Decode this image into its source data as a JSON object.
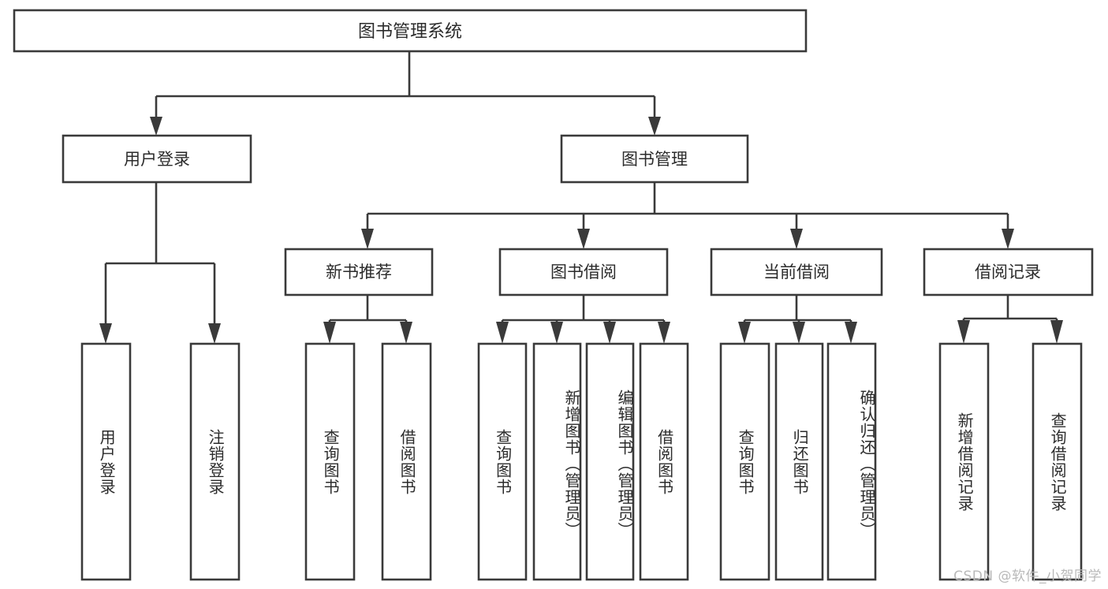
{
  "diagram": {
    "title": "图书管理系统",
    "type": "tree-hierarchy",
    "watermark": "CSDN @软件_小贺同学",
    "colors": {
      "stroke": "#3a3a3a",
      "fill": "#ffffff",
      "text": "#2b2b2b",
      "watermark": "#b9b9b9",
      "background": "#ffffff"
    },
    "root": {
      "label": "图书管理系统"
    },
    "level2": [
      {
        "label": "用户登录"
      },
      {
        "label": "图书管理"
      }
    ],
    "level3": [
      {
        "label": "新书推荐"
      },
      {
        "label": "图书借阅"
      },
      {
        "label": "当前借阅"
      },
      {
        "label": "借阅记录"
      }
    ],
    "leaves": {
      "user_login": [
        {
          "label": "用户登录"
        },
        {
          "label": "注销登录"
        }
      ],
      "new_book_recommend": [
        {
          "label": "查询图书"
        },
        {
          "label": "借阅图书"
        }
      ],
      "book_borrow": [
        {
          "label": "查询图书"
        },
        {
          "label": "新增图书（管理员）"
        },
        {
          "label": "编辑图书（管理员）"
        },
        {
          "label": "借阅图书"
        }
      ],
      "current_borrow": [
        {
          "label": "查询图书"
        },
        {
          "label": "归还图书"
        },
        {
          "label": "确认归还（管理员）"
        }
      ],
      "borrow_record": [
        {
          "label": "新增借阅记录"
        },
        {
          "label": "查询借阅记录"
        }
      ]
    }
  }
}
